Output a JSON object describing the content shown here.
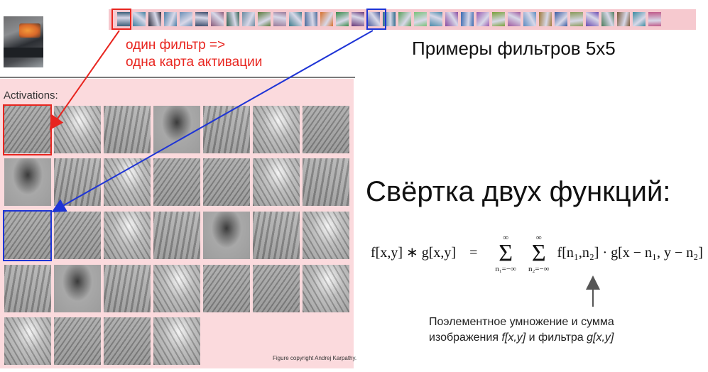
{
  "annotation_red": [
    "один фильтр =>",
    "одна карта активации"
  ],
  "filters_title": "Примеры фильтров 5x5",
  "activations_label": "Activations:",
  "copyright": "Figure copyright Andrej Karpathy.",
  "convolution_title": "Свёртка двух функций:",
  "formula": {
    "lhs": "f[x,y] ∗ g[x,y]",
    "eq": "=",
    "sum1_sup": "∞",
    "sum1_sub": "n₁=−∞",
    "sum2_sup": "∞",
    "sum2_sub": "n₂=−∞",
    "rhs": "f[n₁,n₂] · g[x − n₁, y − n₂]"
  },
  "explanation": {
    "line1": "Поэлементное умножение и сумма",
    "line2_a": "изображения ",
    "line2_f": "f[x,y]",
    "line2_b": " и фильтра ",
    "line2_g": "g[x,y]"
  },
  "filter_colors": [
    "#3b5f7a",
    "#3f7fa0",
    "#2b2b3a",
    "#4c7fa7",
    "#6b8fb6",
    "#3a4a6a",
    "#8a5a7a",
    "#2f5f4f",
    "#6a8aa0",
    "#5a7a3a",
    "#9a7a9a",
    "#3a7a8a",
    "#4a6a9a",
    "#d7702a",
    "#3a8a4a",
    "#6a3a7a",
    "#4a5a9a",
    "#2a6a8a",
    "#5aa05a",
    "#7ac07a",
    "#4a8aaa",
    "#8a4aa0",
    "#3a6ab0",
    "#9a5ab0",
    "#7aa03a",
    "#a05aa0",
    "#5a8ac0",
    "#a07a3a",
    "#3a5aa0",
    "#8a9a5a",
    "#6a4ab0",
    "#4a7a5a",
    "#7a5a3a",
    "#3a8aa0",
    "#c05a8a",
    "#4a6a4a",
    "#9aa05a",
    "#5a3a8a"
  ],
  "colors": {
    "red": "#e8251f",
    "blue": "#1e34d6",
    "panel": "#fbdadd",
    "strip": "#f6c9cf"
  }
}
